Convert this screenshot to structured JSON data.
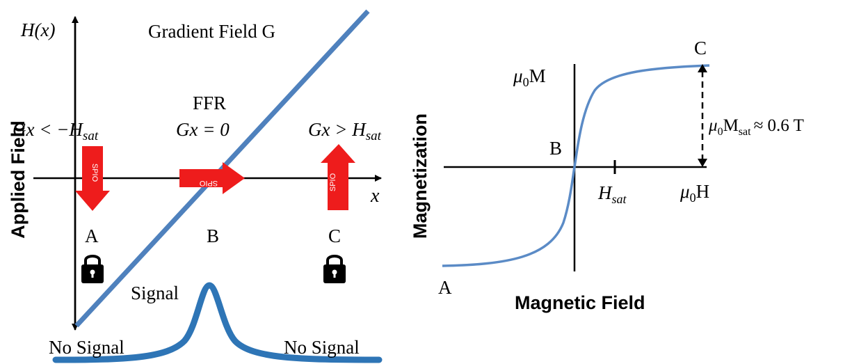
{
  "left_panel": {
    "y_axis_title": "Applied Field",
    "y_axis_var": "H(x)",
    "x_axis_var": "x",
    "gradient_label": "Gradient Field G",
    "ffr_label": "FFR",
    "ffr_eq": "Gx = 0",
    "left_eq": "Gx < −H",
    "left_eq_sub": "sat",
    "right_eq": "Gx > H",
    "right_eq_sub": "sat",
    "spio_label": "SPIO",
    "point_a": "A",
    "point_b": "B",
    "point_c": "C",
    "signal_label": "Signal",
    "no_signal_left": "No Signal",
    "no_signal_right": "No Signal",
    "colors": {
      "line": "#4f81bd",
      "signal": "#2e75b6",
      "arrow": "#ee1c1c",
      "axis": "#000000"
    },
    "icons": [
      "lock-icon-a",
      "lock-icon-c"
    ]
  },
  "right_panel": {
    "y_axis_title": "Magnetization",
    "x_axis_title": "Magnetic Field",
    "y_axis_var": "μ",
    "y_axis_var_sub": "0",
    "y_axis_var_tail": "M",
    "x_axis_var": "μ",
    "x_axis_var_sub": "0",
    "x_axis_var_tail": "H",
    "hsat": "H",
    "hsat_sub": "sat",
    "msat": "μ",
    "msat_sub0": "0",
    "msat_mid": "M",
    "msat_sub": "sat",
    "msat_tail": "≈ 0.6 T",
    "point_a": "A",
    "point_b": "B",
    "point_c": "C",
    "colors": {
      "curve": "#5b8bc6",
      "axis": "#000000"
    }
  }
}
